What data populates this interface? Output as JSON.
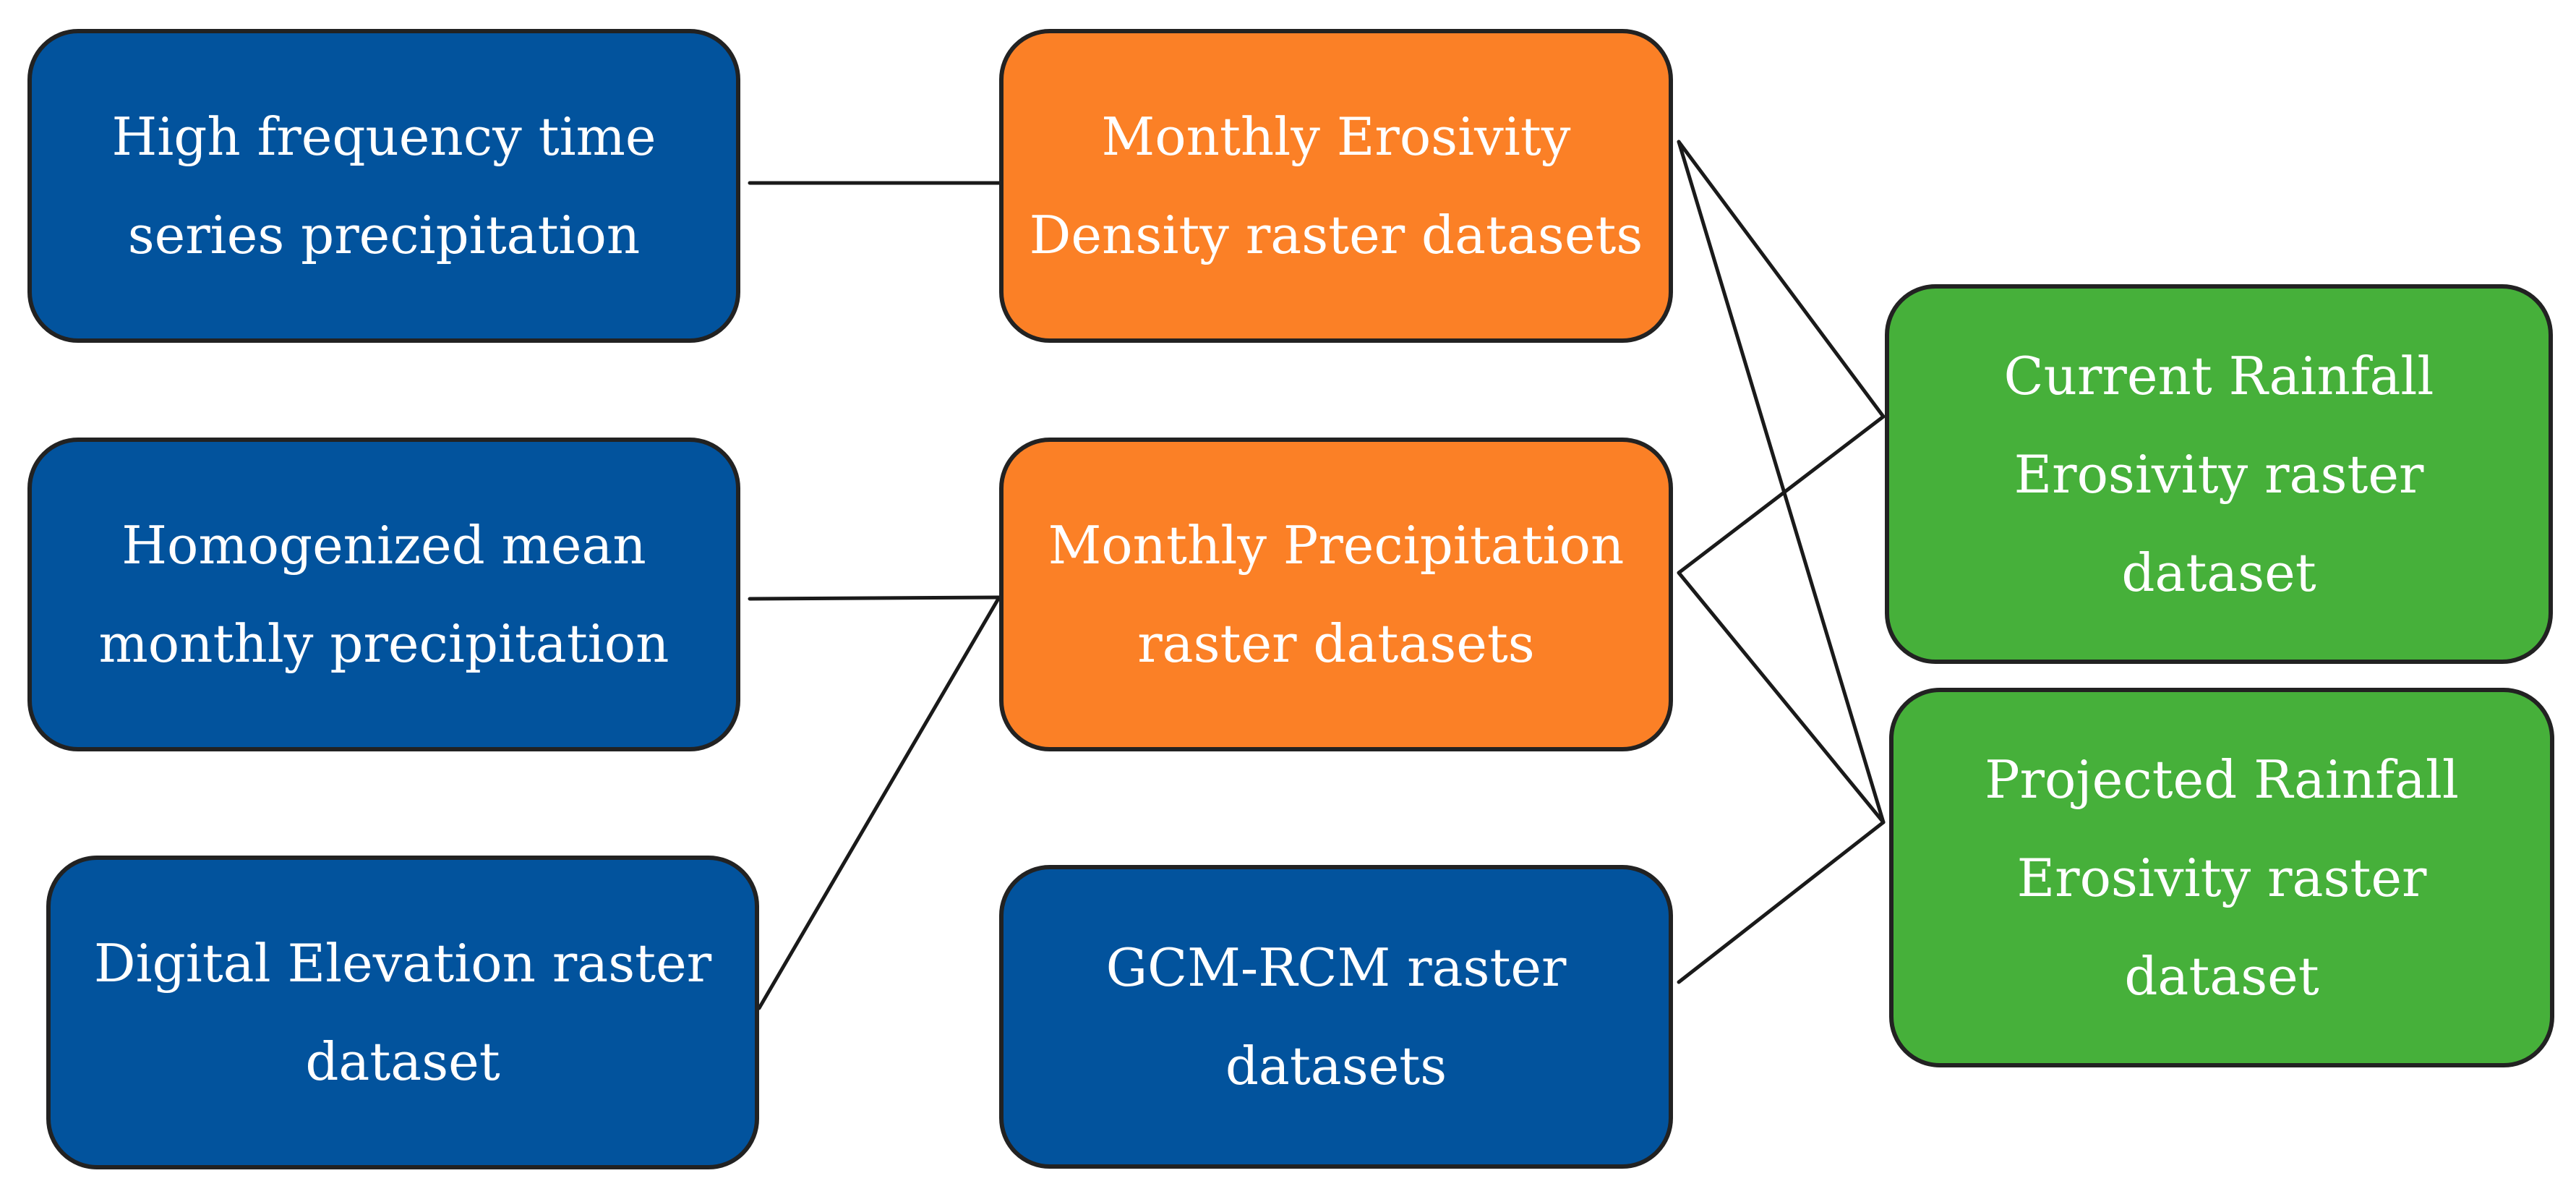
{
  "nodes": {
    "high_frequency": {
      "lines": [
        "High frequency time",
        "series precipitation"
      ],
      "color": "#02539d"
    },
    "homogenized": {
      "lines": [
        "Homogenized mean",
        "monthly precipitation"
      ],
      "color": "#02539d"
    },
    "digital_elevation": {
      "lines": [
        "Digital Elevation raster",
        "dataset"
      ],
      "color": "#02539d"
    },
    "monthly_erosivity_density": {
      "lines": [
        "Monthly Erosivity",
        "Density raster datasets"
      ],
      "color": "#fb8026"
    },
    "monthly_precipitation": {
      "lines": [
        "Monthly Precipitation",
        "raster datasets"
      ],
      "color": "#fb8026"
    },
    "gcm_rcm": {
      "lines": [
        "GCM-RCM raster",
        "datasets"
      ],
      "color": "#02539d"
    },
    "current_rainfall": {
      "lines": [
        "Current Rainfall",
        "Erosivity raster",
        "dataset"
      ],
      "color": "#46b03a"
    },
    "projected_rainfall": {
      "lines": [
        "Projected Rainfall",
        "Erosivity raster",
        "dataset"
      ],
      "color": "#46b03a"
    }
  },
  "edges": [
    {
      "from": "high_frequency",
      "to": "monthly_erosivity_density"
    },
    {
      "from": "homogenized",
      "to": "monthly_precipitation"
    },
    {
      "from": "digital_elevation",
      "to": "monthly_precipitation"
    },
    {
      "from": "monthly_erosivity_density",
      "to": "current_rainfall"
    },
    {
      "from": "monthly_erosivity_density",
      "to": "projected_rainfall"
    },
    {
      "from": "monthly_precipitation",
      "to": "current_rainfall"
    },
    {
      "from": "monthly_precipitation",
      "to": "projected_rainfall"
    },
    {
      "from": "gcm_rcm",
      "to": "projected_rainfall"
    }
  ]
}
